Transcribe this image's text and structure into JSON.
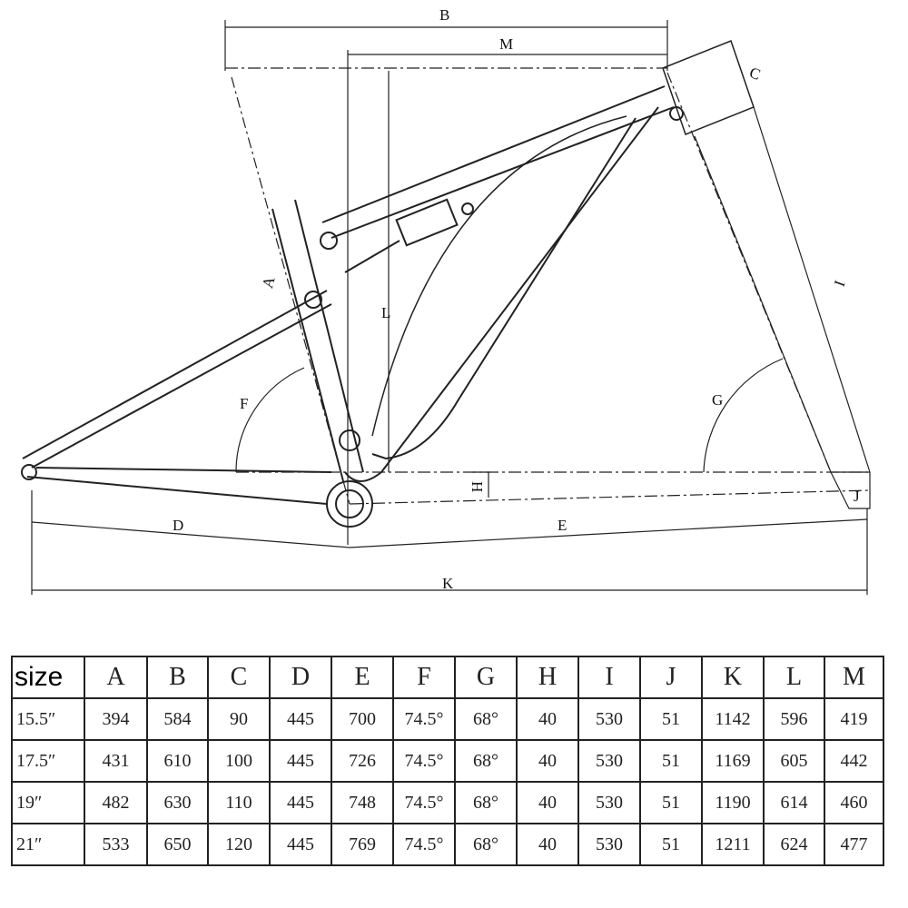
{
  "diagram": {
    "labels": {
      "A": "A",
      "B": "B",
      "C": "C",
      "D": "D",
      "E": "E",
      "F": "F",
      "G": "G",
      "H": "H",
      "I": "I",
      "J": "J",
      "K": "K",
      "L": "L",
      "M": "M"
    }
  },
  "table": {
    "headers": [
      "size",
      "A",
      "B",
      "C",
      "D",
      "E",
      "F",
      "G",
      "H",
      "I",
      "J",
      "K",
      "L",
      "M"
    ],
    "rows": [
      [
        "15.5″",
        "394",
        "584",
        "90",
        "445",
        "700",
        "74.5°",
        "68°",
        "40",
        "530",
        "51",
        "1142",
        "596",
        "419"
      ],
      [
        "17.5″",
        "431",
        "610",
        "100",
        "445",
        "726",
        "74.5°",
        "68°",
        "40",
        "530",
        "51",
        "1169",
        "605",
        "442"
      ],
      [
        "19″",
        "482",
        "630",
        "110",
        "445",
        "748",
        "74.5°",
        "68°",
        "40",
        "530",
        "51",
        "1190",
        "614",
        "460"
      ],
      [
        "21″",
        "533",
        "650",
        "120",
        "445",
        "769",
        "74.5°",
        "68°",
        "40",
        "530",
        "51",
        "1211",
        "624",
        "477"
      ]
    ]
  }
}
